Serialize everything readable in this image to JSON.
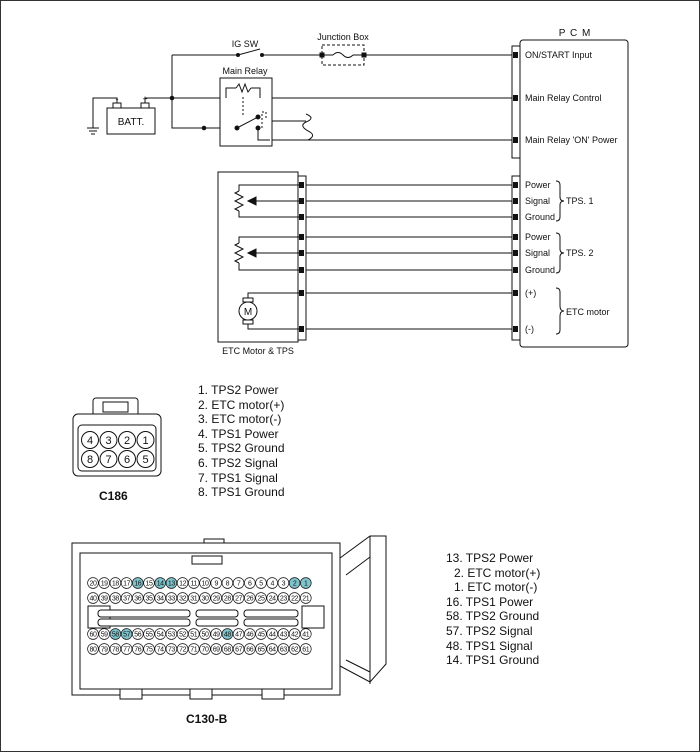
{
  "schematic": {
    "pcm_title": "P C M",
    "ig_sw": "IG SW",
    "junction_box": "Junction Box",
    "main_relay": "Main Relay",
    "battery": "BATT.",
    "battery_plus": "+",
    "battery_minus": "-",
    "pcm_inputs": [
      "ON/START Input",
      "Main Relay Control",
      "Main Relay 'ON' Power"
    ],
    "pcm_pins": [
      "Power",
      "Signal",
      "Ground",
      "Power",
      "Signal",
      "Ground",
      "(+)",
      "(-)"
    ],
    "groups": [
      "TPS. 1",
      "TPS. 2",
      "ETC motor"
    ],
    "motor_symbol": "M",
    "component": "ETC Motor & TPS"
  },
  "c186": {
    "name": "C186",
    "top_row": [
      "4",
      "3",
      "2",
      "1"
    ],
    "bottom_row": [
      "8",
      "7",
      "6",
      "5"
    ],
    "pins": [
      "1. TPS2 Power",
      "2. ETC motor(+)",
      "3. ETC motor(-)",
      "4. TPS1 Power",
      "5. TPS2 Ground",
      "6. TPS2 Signal",
      "7. TPS1 Signal",
      "8. TPS1 Ground"
    ]
  },
  "c130b": {
    "name": "C130-B",
    "highlight_color": "#7fc4cc",
    "highlighted": [
      "1",
      "2",
      "13",
      "14",
      "16",
      "48",
      "57",
      "58"
    ],
    "pins": [
      "13. TPS2 Power",
      "2. ETC motor(+)",
      "1. ETC motor(-)",
      "16. TPS1 Power",
      "58. TPS2 Ground",
      "57. TPS2 Signal",
      "48. TPS1 Signal",
      "14. TPS1 Ground"
    ]
  }
}
